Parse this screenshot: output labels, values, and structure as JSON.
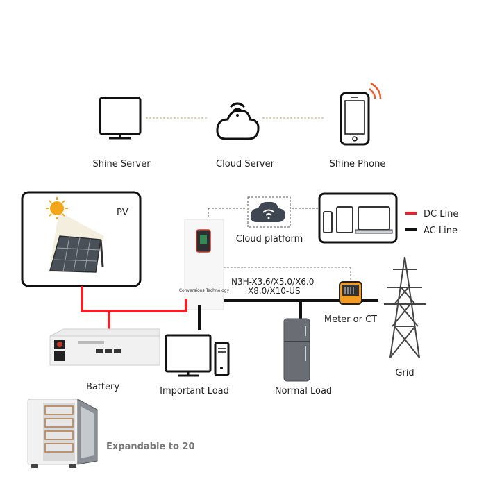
{
  "monitoring": {
    "shine_server": "Shine Server",
    "cloud_server": "Cloud Server",
    "shine_phone": "Shine Phone"
  },
  "pv": {
    "label": "PV"
  },
  "cloud_platform": {
    "label": "Cloud platform"
  },
  "legend": {
    "dc_line": "DC Line",
    "ac_line": "AC Line",
    "dc_color": "#e8232a",
    "ac_color": "#111111"
  },
  "inverter": {
    "model_line1": "N3H-X3.6/X5.0/X6.0",
    "model_line2": "X8.0/X10-US",
    "brand": "Conversions Technology"
  },
  "meter": {
    "label": "Meter or CT"
  },
  "grid": {
    "label": "Grid"
  },
  "battery": {
    "label": "Battery"
  },
  "important_load": {
    "label": "Important Load"
  },
  "normal_load": {
    "label": "Normal Load"
  },
  "expandable": {
    "label": "Expandable to 20"
  }
}
